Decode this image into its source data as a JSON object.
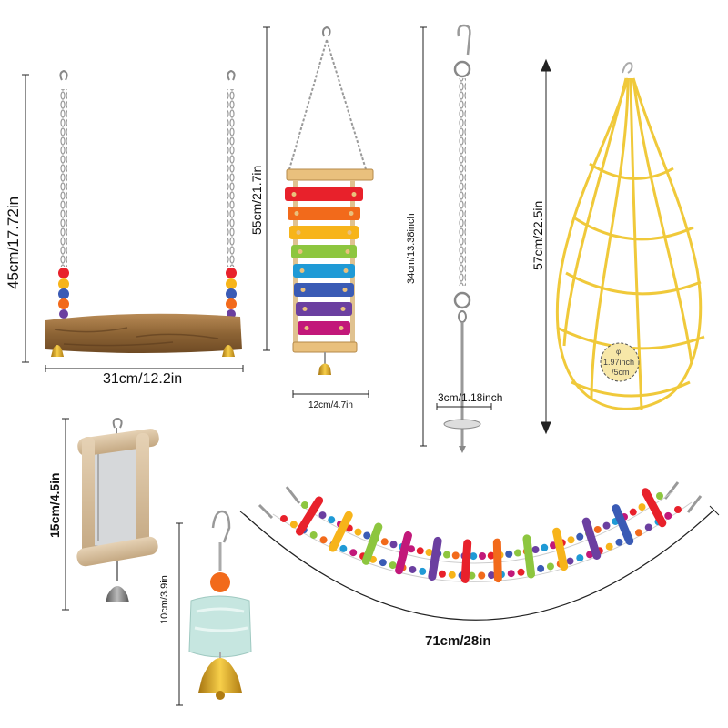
{
  "products": {
    "swing": {
      "height_label": "45cm/17.72in",
      "width_label": "31cm/12.2in"
    },
    "xylophone": {
      "height_label": "55cm/21.7in",
      "width_label": "12cm/4.7in"
    },
    "skewer": {
      "height_label": "34cm/13.38inch",
      "width_label": "3cm/1.18inch"
    },
    "net_bag": {
      "height_label": "57cm/22.5in",
      "opening_label_top": "1.97inch",
      "opening_label_bottom": "/5cm",
      "phi_symbol": "φ"
    },
    "mirror": {
      "height_label": "15cm/4.5in"
    },
    "chew_block": {
      "height_label": "10cm/3.9in"
    },
    "ladder_bridge": {
      "width_label": "71cm/28in"
    }
  },
  "colors": {
    "wood": "#a57a4a",
    "wood_dark": "#6e4a24",
    "plank_wood": "#e9c07d",
    "net": "#f0c93a",
    "chain": "#9a9a9a",
    "bell": "#e0a51c",
    "dimension_line": "#222222"
  },
  "xylophone_bars": [
    "#e8212b",
    "#f26a1b",
    "#f7b41a",
    "#8dc63f",
    "#1f9ad6",
    "#3a5bb5",
    "#6b3fa0",
    "#c2187a"
  ]
}
